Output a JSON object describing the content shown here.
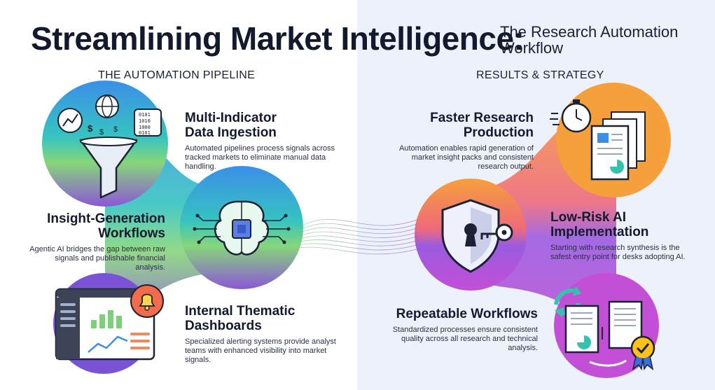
{
  "title": "Streamlining Market Intelligence:",
  "subtitle": "The Research Automation\nWorkflow",
  "left_header": "THE AUTOMATION PIPELINE",
  "right_header": "RESULTS & STRATEGY",
  "pipeline": [
    {
      "title": "Multi-Indicator\nData Ingestion",
      "desc": "Automated pipelines process signals across tracked markets to eliminate manual data handling.",
      "icon": "funnel-icon"
    },
    {
      "title": "Insight-Generation\nWorkflows",
      "desc": "Agentic AI bridges the gap between raw signals and publishable financial analysis.",
      "icon": "ai-chip-brain-icon"
    },
    {
      "title": "Internal Thematic\nDashboards",
      "desc": "Specialized alerting systems provide analyst teams with enhanced visibility into market signals.",
      "icon": "dashboard-bell-icon"
    }
  ],
  "results": [
    {
      "title": "Faster Research\nProduction",
      "desc": "Automation enables rapid generation of market insight packs and consistent research output.",
      "icon": "stopwatch-documents-icon"
    },
    {
      "title": "Low-Risk AI\nImplementation",
      "desc": "Starting with research synthesis is the safest entry point for desks adopting AI.",
      "icon": "shield-lock-icon"
    },
    {
      "title": "Repeatable Workflows",
      "desc": "Standardized processes ensure consistent quality across all research and technical analysis.",
      "icon": "repeat-documents-badge-icon"
    }
  ],
  "icon_text": {
    "binary": [
      "0101",
      "1010",
      "1000",
      "0101"
    ],
    "currency": [
      "$",
      "$",
      "$"
    ]
  },
  "colors": {
    "blue": "#3b8fe8",
    "teal": "#35c3b0",
    "green": "#7dd07a",
    "purple": "#8c56d8",
    "orange": "#f5a03a",
    "magenta": "#c24fd6",
    "dark": "#141a2e"
  }
}
